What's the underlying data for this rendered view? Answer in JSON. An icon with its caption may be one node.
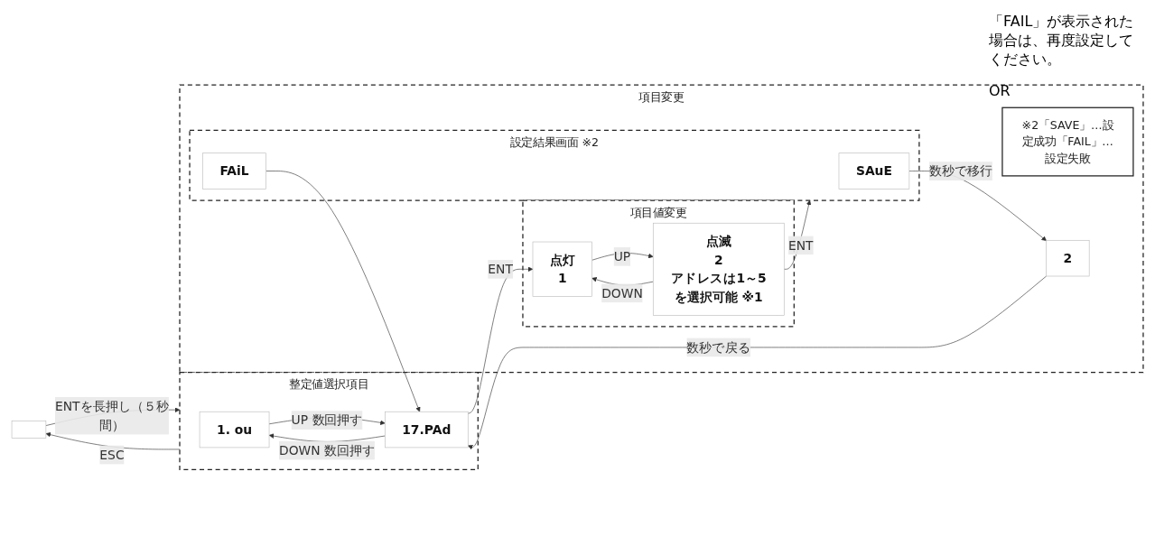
{
  "diagram": {
    "nodes": [
      {
        "text": [],
        "shape": "box"
      },
      {
        "text": [
          "整定値選択項目"
        ]
      },
      {
        "text": [
          "1. ou"
        ],
        "in": 1
      },
      {
        "text": [
          "17.PAd"
        ],
        "in": 1
      },
      {
        "text": [
          "項目変更"
        ]
      },
      {
        "text": [
          "※2「SAVE」…設定成功「FAIL」…設定失敗"
        ],
        "in": 4
      },
      {
        "text": [
          "項目値変更"
        ],
        "in": 4
      },
      {
        "text": [
          "点灯",
          "1"
        ],
        "in": 6
      },
      {
        "text": [
          "点滅",
          "2",
          "アドレスは1～5を選択可能 ※1"
        ],
        "in": 6
      },
      {
        "text": [
          "設定結果画面 ※2"
        ],
        "in": 4
      },
      {
        "text": [
          "SAuE"
        ],
        "in": 9
      },
      {
        "text": [
          "FAiL"
        ],
        "in": 9
      },
      {
        "text": [
          "2"
        ],
        "in": 4
      }
    ],
    "edges": [
      {
        "from": 1,
        "to": 0,
        "arrow": "to",
        "label": "ESC"
      },
      {
        "from": 0,
        "to": 1,
        "arrow": "to",
        "label": "ENTを長押し（５秒間）"
      },
      {
        "from": 3,
        "to": 2,
        "arrow": "to",
        "label": "DOWN 数回押す"
      },
      {
        "from": 2,
        "to": 3,
        "arrow": "to",
        "label": "UP 数回押す"
      },
      {
        "from": 3,
        "to": 7,
        "arrow": "to",
        "label": "ENT"
      },
      {
        "from": 8,
        "to": 7,
        "arrow": "to",
        "label": "DOWN"
      },
      {
        "from": 7,
        "to": 8,
        "arrow": "to",
        "label": "UP"
      },
      {
        "from": 8,
        "to": 9,
        "arrow": "to",
        "label": "ENT"
      },
      {
        "from": 10,
        "to": 12,
        "arrow": "to",
        "label": "数秒で移行"
      },
      {
        "from": 11,
        "to": 3,
        "arrow": "to"
      },
      {
        "from": 12,
        "to": 3,
        "arrow": "to",
        "label": "数秒で戻る"
      }
    ],
    "labels": [
      "「FAIL」が表示された場合は、再度設定してください。",
      "OR"
    ]
  }
}
